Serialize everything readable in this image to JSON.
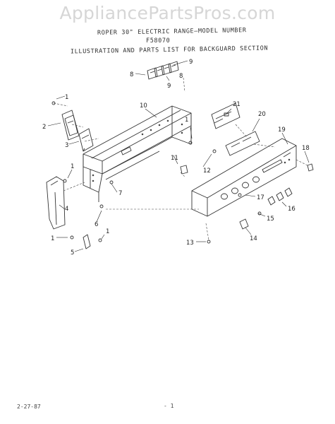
{
  "watermark": "AppliancePartsPros.com",
  "header": {
    "line1": "ROPER 30\" ELECTRIC RANGE—MODEL NUMBER",
    "line2": "F58070",
    "line3": "ILLUSTRATION AND PARTS LIST FOR BACKGUARD SECTION"
  },
  "callouts": [
    "1",
    "2",
    "3",
    "4",
    "5",
    "6",
    "7",
    "8",
    "9",
    "10",
    "11",
    "12",
    "13",
    "14",
    "15",
    "16",
    "17",
    "18",
    "19",
    "20",
    "21"
  ],
  "footer": {
    "date": "2-27-87",
    "page": "- 1"
  }
}
